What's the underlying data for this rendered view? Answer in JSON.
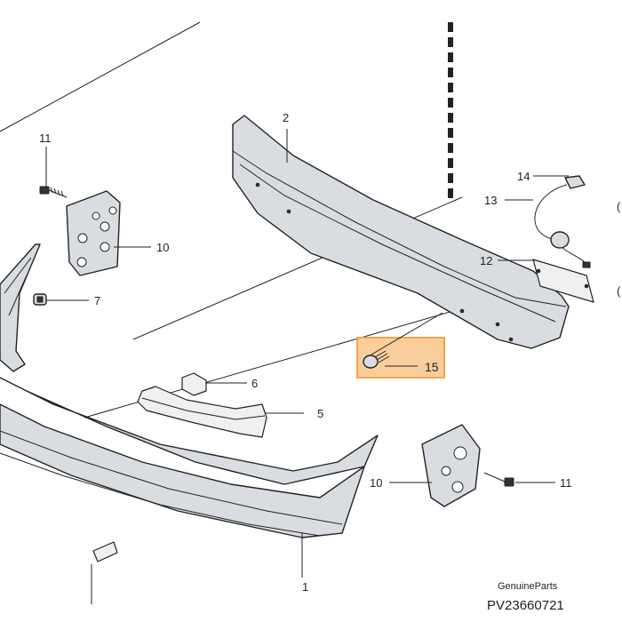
{
  "callouts": {
    "c1": "1",
    "c2": "2",
    "c5": "5",
    "c6": "6",
    "c7": "7",
    "c10_left": "10",
    "c10_right": "10",
    "c11_top": "11",
    "c11_right": "11",
    "c12": "12",
    "c13": "13",
    "c14": "14",
    "c15": "15"
  },
  "highlight_color": "#f5a54a",
  "watermark": {
    "brand": "GenuineParts",
    "code": "PV23660721"
  }
}
